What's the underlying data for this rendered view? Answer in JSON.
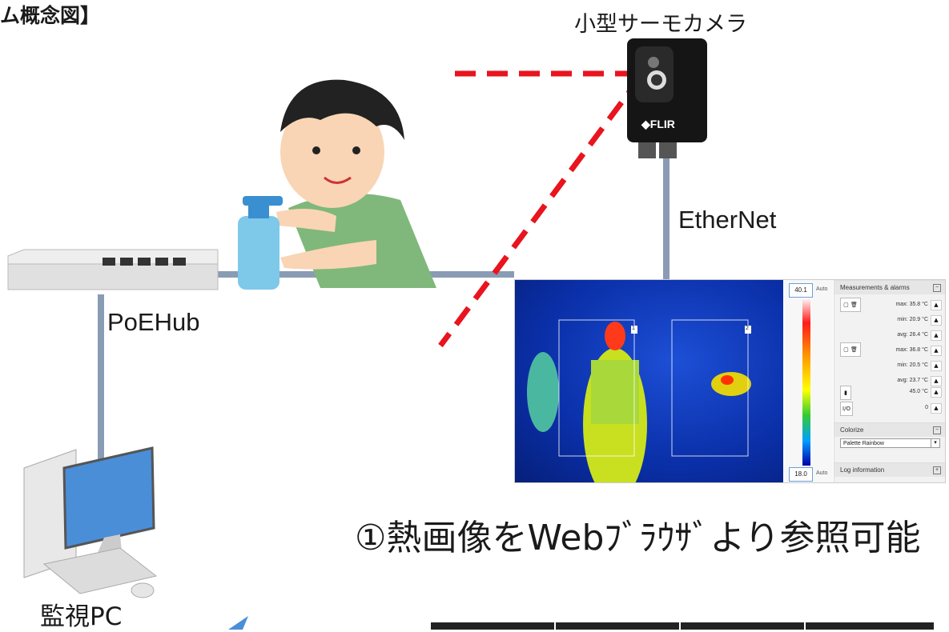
{
  "diagram": {
    "title": "ム概念図】",
    "camera_label": "小型サーモカメラ",
    "ethernet_label": "EtherNet",
    "poehub_label": "PoEHub",
    "pc_label": "監視PC",
    "caption": "①熱画像をWebﾌﾞﾗｳｻﾞより参照可能",
    "camera_brand": "FLIR",
    "colors": {
      "link": "#8a9bb4",
      "laser": "#e8141e"
    }
  },
  "thermal_ui": {
    "scale_max": "40.1",
    "scale_min": "18.0",
    "auto_label": "Auto",
    "roi_labels": [
      "1",
      "2"
    ],
    "measurements_title": "Measurements & alarms",
    "rows": [
      "max: 35.8 °C",
      "min: 20.9 °C",
      "avg: 26.4 °C",
      "max: 36.8 °C",
      "min: 20.5 °C",
      "avg: 23.7 °C",
      "45.0 °C",
      "0"
    ],
    "colorize_title": "Colorize",
    "palette_value": "Palette Rainbow",
    "log_title": "Log information"
  }
}
